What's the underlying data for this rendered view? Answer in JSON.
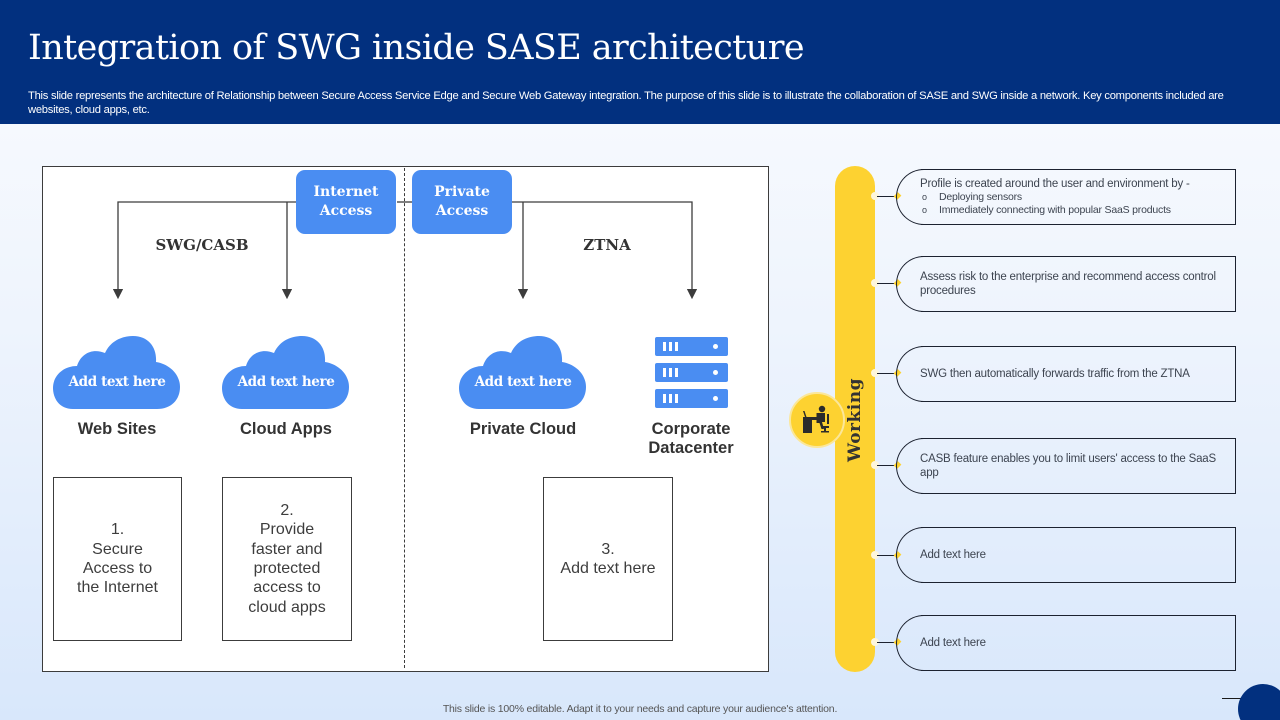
{
  "header": {
    "title": "Integration of SWG inside SASE architecture",
    "subtitle": "This slide represents the architecture of Relationship between Secure Access Service Edge and Secure Web Gateway integration. The purpose of this slide is to illustrate the collaboration of SASE and SWG inside a network. Key components included are websites, cloud apps, etc."
  },
  "diagram": {
    "access_buttons": [
      {
        "label": "Internet\nAccess"
      },
      {
        "label": "Private\nAccess"
      }
    ],
    "groups": [
      {
        "label": "SWG/CASB"
      },
      {
        "label": "ZTNA"
      }
    ],
    "nodes": [
      {
        "cloud_text": "Add text here",
        "label": "Web Sites",
        "icon": "cloud-icon"
      },
      {
        "cloud_text": "Add text here",
        "label": "Cloud Apps",
        "icon": "cloud-icon"
      },
      {
        "cloud_text": "Add text here",
        "label": "Private Cloud",
        "icon": "cloud-icon"
      },
      {
        "cloud_text": "",
        "label": "Corporate\nDatacenter",
        "icon": "server-rack-icon"
      }
    ],
    "boxes": [
      {
        "text": "1.\nSecure\nAccess to\nthe Internet"
      },
      {
        "text": "2.\nProvide\nfaster and\nprotected\naccess to\ncloud apps"
      },
      {
        "text": "3.\nAdd text here"
      }
    ]
  },
  "working": {
    "label": "Working",
    "icon": "person-at-desk-icon",
    "steps": [
      {
        "text": "Profile is created around the user and environment by -",
        "bullets": [
          "Deploying  sensors",
          "Immediately   connecting with popular SaaS products"
        ]
      },
      {
        "text": "Assess risk to the enterprise and recommend access control procedures",
        "bullets": []
      },
      {
        "text": "SWG then automatically forwards traffic from the ZTNA",
        "bullets": []
      },
      {
        "text": "CASB feature enables you to limit users' access to the SaaS app",
        "bullets": []
      },
      {
        "text": "Add text here",
        "bullets": []
      },
      {
        "text": "Add text here",
        "bullets": []
      }
    ]
  },
  "footer": {
    "note": "This slide is 100% editable. Adapt it to your needs and capture your audience's attention."
  },
  "colors": {
    "header_bg": "#02307f",
    "accent_blue": "#4a8df2",
    "accent_yellow": "#fdd231"
  }
}
